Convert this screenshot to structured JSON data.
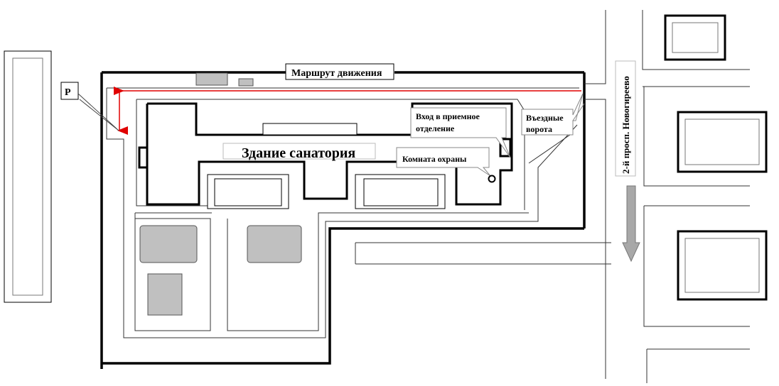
{
  "labels": {
    "route": "Маршрут движения",
    "building": "Здание санатория",
    "entrance_line1": "Вход в приемное",
    "entrance_line2": "отделение",
    "gate_line1": "Въездные",
    "gate_line2": "ворота",
    "security": "Комната охраны",
    "parking": "P",
    "street": "2-й просп. Новогиреево"
  },
  "colors": {
    "route": "#e00000",
    "line": "#000000",
    "thin_line": "#555555",
    "gray_fill": "#c0c0c0",
    "callout_border": "#888888"
  },
  "icons": {
    "direction_arrow": "down-arrow-icon",
    "entrance_marker": "circle-marker-icon"
  }
}
